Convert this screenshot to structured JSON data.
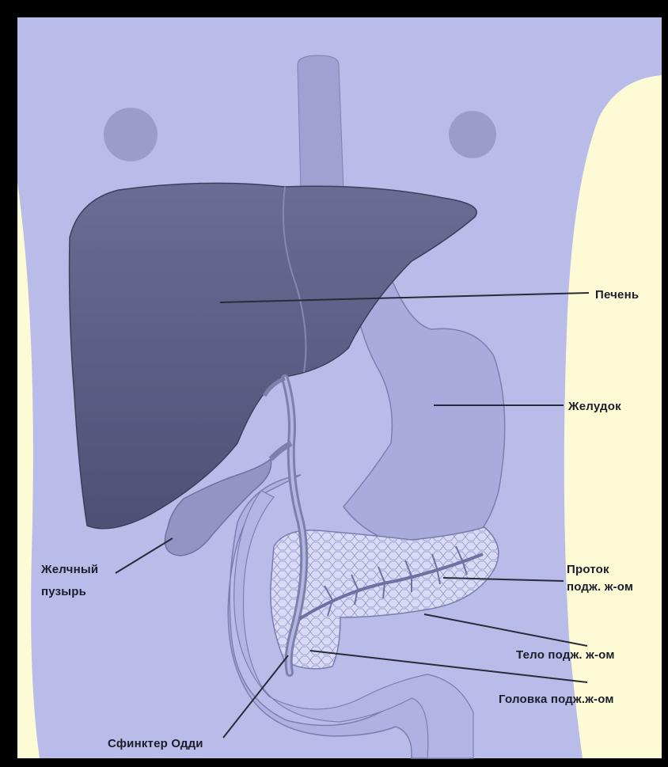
{
  "colors": {
    "frame": "#000000",
    "background": "#b9bce9",
    "body_side": "#fdfbd6",
    "liver": "#5e6086",
    "stomach": "#a8abdc",
    "gallbladder": "#9294c4",
    "duodenum": "#aeb1e1",
    "pancreas": "#d8daf6",
    "duct": "#7e80ac",
    "label_text": "#1c1c2a"
  },
  "labels": {
    "liver": "Печень",
    "stomach": "Желудок",
    "gallbladder_line1": "Желчный",
    "gallbladder_line2": "пузырь",
    "pancreatic_duct_line1": "Проток",
    "pancreatic_duct_line2": "подж. ж-ом",
    "pancreas_body": "Тело подж. ж-ом",
    "pancreas_head": "Головка подж.ж-ом",
    "sphincter_oddi": "Сфинктер Одди"
  }
}
